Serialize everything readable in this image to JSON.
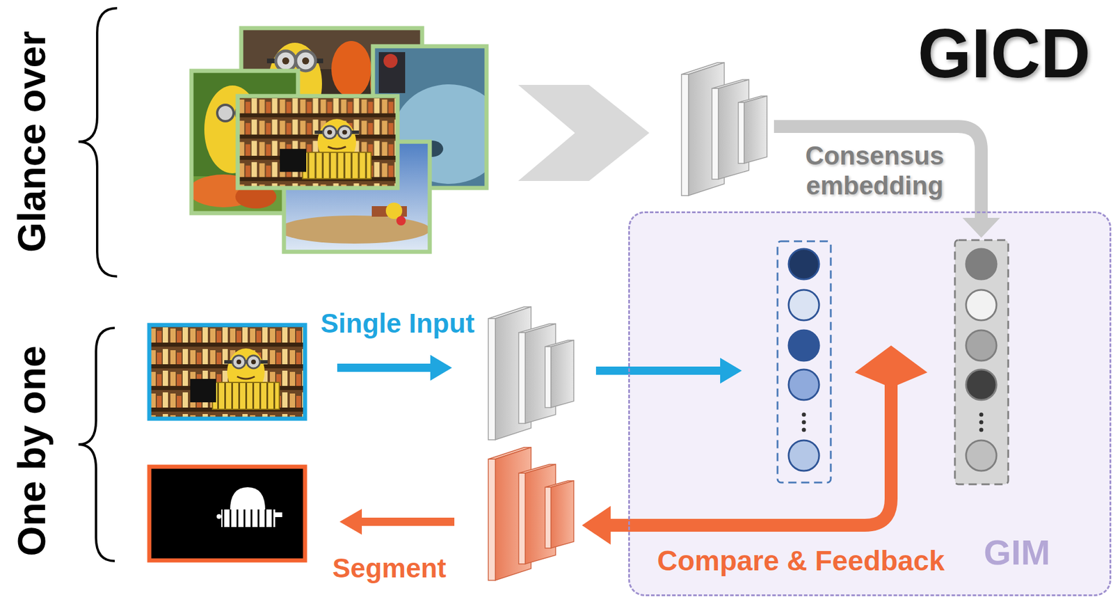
{
  "diagram": {
    "title": "GICD",
    "nodes": [
      {
        "text": [
          "GIM"
        ]
      }
    ],
    "labels": [
      "Glance over",
      "Consensus embedding",
      "One by one",
      "Single Input",
      "Compare & Feedback",
      "Segment"
    ]
  }
}
